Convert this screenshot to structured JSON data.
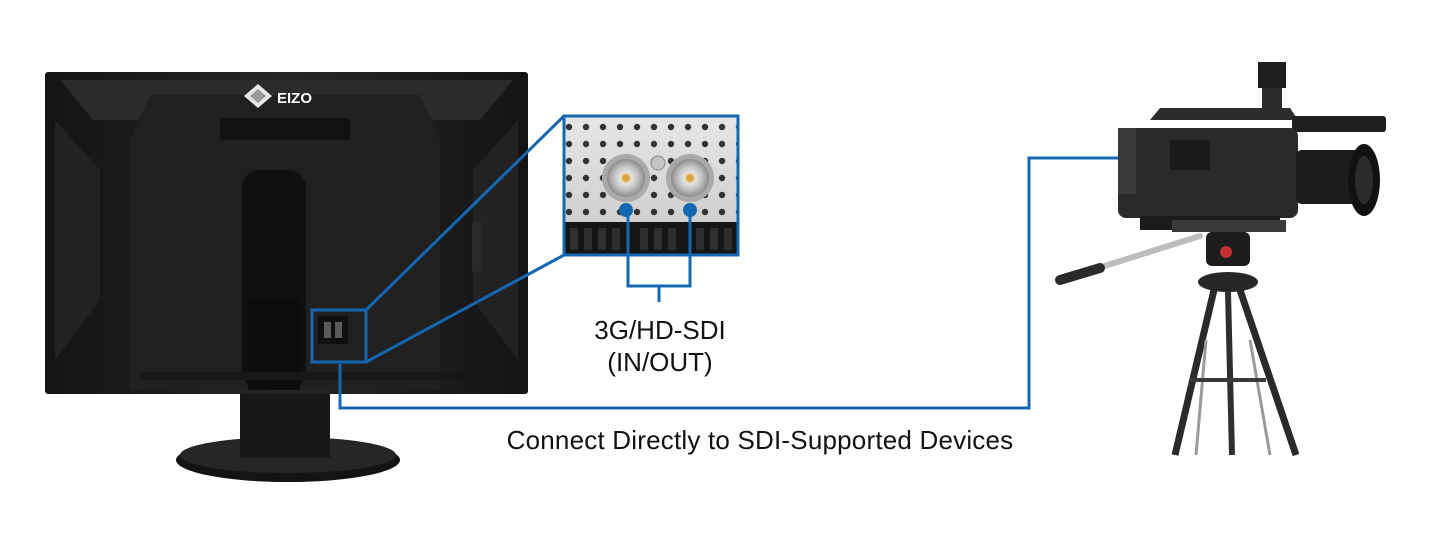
{
  "logo": {
    "text": "EIZO"
  },
  "zoom_inset": {
    "port_label_line1": "3G/HD-SDI",
    "port_label_line2": "(IN/OUT)"
  },
  "caption": "Connect Directly to SDI-Supported Devices",
  "colors": {
    "connector_line": "#1467b3",
    "monitor_body": "#1c1c1c",
    "panel_metal": "#d7d7d7"
  },
  "icons": [
    "eizo-logo-icon",
    "bnc-connector-icon",
    "camcorder-icon",
    "tripod-icon"
  ]
}
